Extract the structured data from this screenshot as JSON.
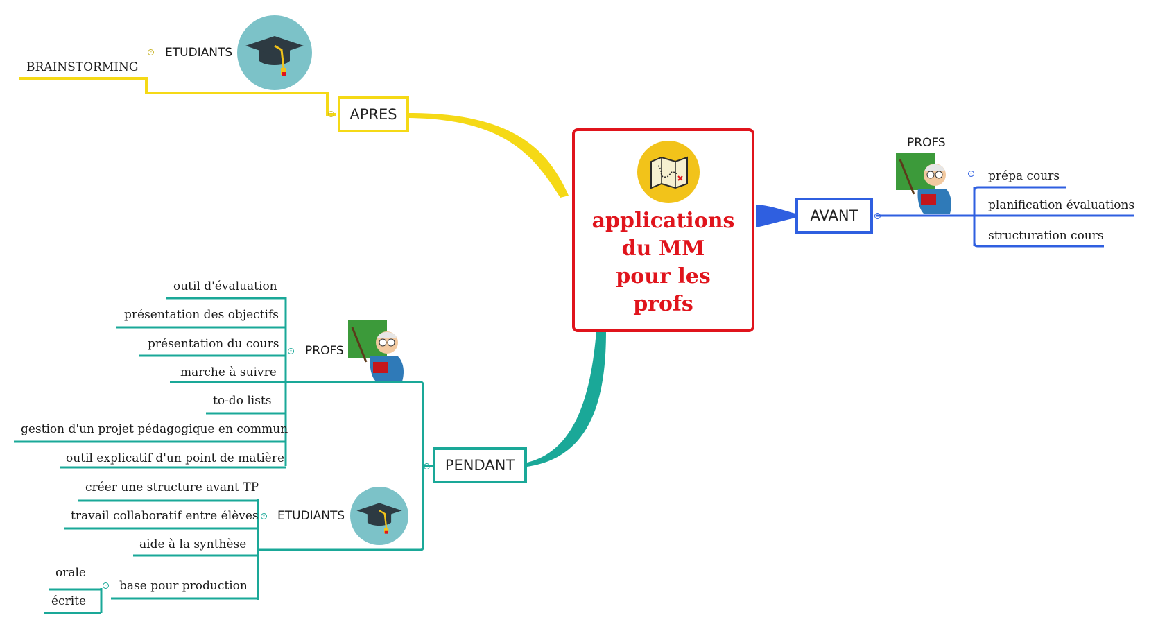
{
  "central": {
    "title": "applications\ndu MM\npour les\nprofs",
    "icon": "map-icon",
    "color": "#e0141c"
  },
  "branches": {
    "apres": {
      "label": "APRES",
      "color": "#f5d916",
      "groups": {
        "etudiants": {
          "label": "ETUDIANTS",
          "icon": "graduation-cap-icon",
          "items": [
            "BRAINSTORMING"
          ]
        }
      }
    },
    "avant": {
      "label": "AVANT",
      "color": "#2f5fe0",
      "groups": {
        "profs": {
          "label": "PROFS",
          "icon": "teacher-icon",
          "items": [
            "prépa  cours",
            "planification évaluations",
            "structuration cours"
          ]
        }
      }
    },
    "pendant": {
      "label": "PENDANT",
      "color": "#1aa898",
      "groups": {
        "profs": {
          "label": "PROFS",
          "icon": "teacher-icon",
          "items": [
            "outil d'évaluation",
            "présentation des objectifs",
            "présentation du cours",
            "marche à suivre",
            "to-do lists",
            "gestion d'un projet pédagogique en commun",
            "outil explicatif d'un point de matière"
          ]
        },
        "etudiants": {
          "label": "ETUDIANTS",
          "icon": "graduation-cap-icon",
          "items": [
            "créer une structure avant TP",
            "travail collaboratif entre élèves",
            "aide à la synthèse"
          ],
          "production": {
            "label": "base pour production",
            "items": [
              "orale",
              "écrite"
            ]
          }
        }
      }
    }
  }
}
